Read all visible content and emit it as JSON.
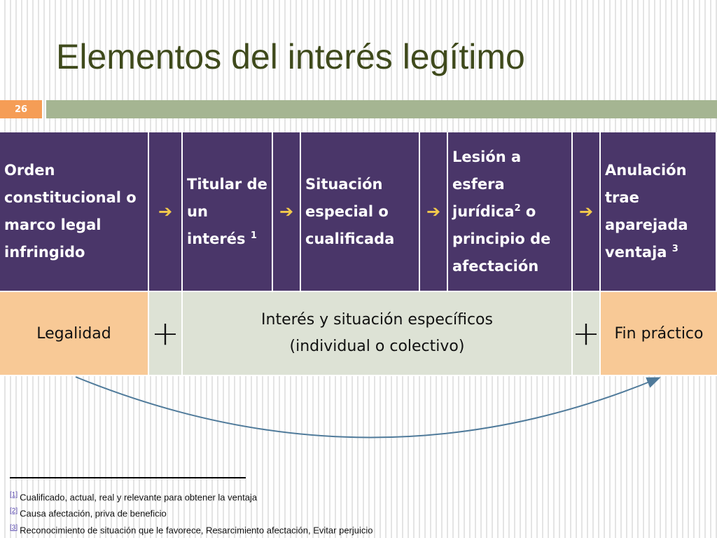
{
  "title": "Elementos del interés legítimo",
  "slide_number": "26",
  "header": {
    "col1": "Orden constitucional o marco legal infringido",
    "col2": "Titular de un interés",
    "col2_sup": "1",
    "col3": "Situación especial o cualificada",
    "col4_pre": "Lesión a esfera jurídica",
    "col4_sup": "2",
    "col4_post": " o principio de afectación",
    "col5": "Anulación trae aparejada ventaja",
    "col5_sup": "3",
    "arrow_glyph": "➔"
  },
  "body": {
    "legalidad": "Legalidad",
    "plus": "+",
    "middle_line1": "Interés y situación específicos",
    "middle_line2": "(individual o colectivo)",
    "fin": "Fin práctico"
  },
  "footnotes": [
    {
      "ref": "[1]",
      "text": "Cualificado, actual, real y relevante para obtener la ventaja"
    },
    {
      "ref": "[2]",
      "text": "Causa afectación, priva de beneficio"
    },
    {
      "ref": "[3]",
      "text": "Reconocimiento de situación que le favorece, Resarcimiento afectación, Evitar perjuicio"
    }
  ],
  "colors": {
    "header_bg": "#4a3669",
    "arrow": "#f2c94c",
    "orange_cell": "#f8c996",
    "gray_cell": "#dde2d5",
    "title": "#3f4a1c",
    "accent_bar": "#a5b592",
    "slide_num_bg": "#f59d56"
  }
}
